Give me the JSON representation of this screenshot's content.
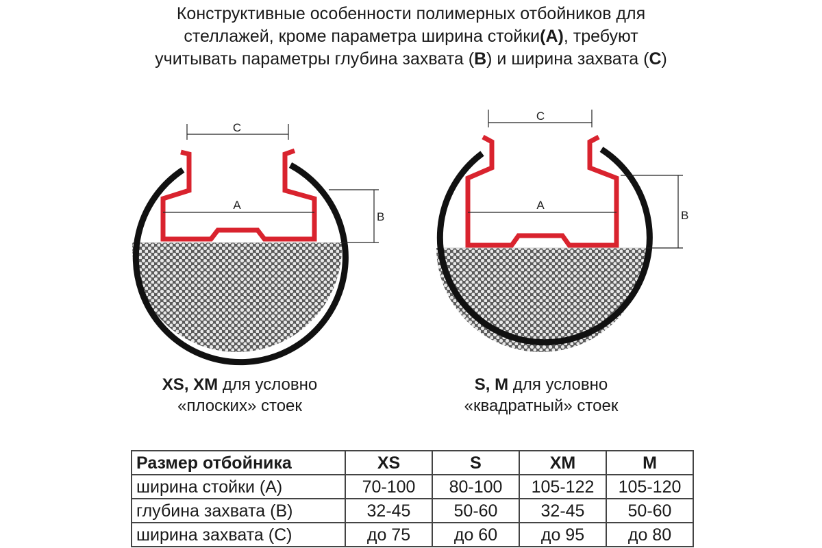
{
  "title": {
    "line1": "Конструктивные особенности полимерных отбойников  для",
    "line2_prefix": "стеллажей,  кроме параметра ширина стойки",
    "line2_mark": "(A)",
    "line2_suffix": ", требуют",
    "line3_prefix": "учитывать параметры глубина захвата (",
    "line3_mark_b": "B",
    "line3_mid": ") и ширина захвата (",
    "line3_mark_c": "C",
    "line3_suffix": ")"
  },
  "diagrams": {
    "left": {
      "label_a": "A",
      "label_b": "B",
      "label_c": "C"
    },
    "right": {
      "label_a": "A",
      "label_b": "B",
      "label_c": "C"
    }
  },
  "captions": {
    "left_bold": "XS, XM",
    "left_rest": " для условно",
    "left_line2": "«плоских» стоек",
    "right_bold": "S, M",
    "right_rest": " для условно",
    "right_line2": "«квадратный» стоек"
  },
  "table": {
    "header": [
      "Размер отбойника",
      "XS",
      "S",
      "XM",
      "M"
    ],
    "rows": [
      [
        "ширина стойки (A)",
        "70-100",
        "80-100",
        "105-122",
        "105-120"
      ],
      [
        "глубина захвата (B)",
        "32-45",
        "50-60",
        "32-45",
        "50-60"
      ],
      [
        "ширина захвата (C)",
        "до 75",
        "до 60",
        "до 95",
        "до 80"
      ]
    ]
  },
  "colors": {
    "profile": "#d9232e",
    "ring": "#111111",
    "fill_dots": "#9a9a9a",
    "dim": "#222222"
  }
}
